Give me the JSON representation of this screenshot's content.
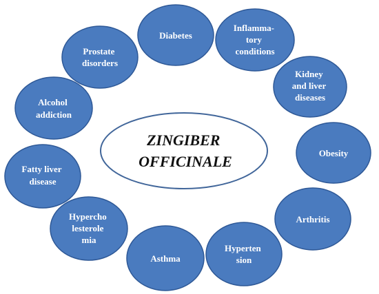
{
  "colors": {
    "bubble_fill": "#4a7bbf",
    "bubble_stroke": "#2e5896",
    "center_stroke": "#41669a",
    "center_fill": "#ffffff"
  },
  "center": {
    "line1": "ZINGIBER",
    "line2": "OFFICINALE"
  },
  "conditions": [
    {
      "label_lines": [
        "Diabetes"
      ]
    },
    {
      "label_lines": [
        "Inflamma-",
        "tory",
        "conditions"
      ]
    },
    {
      "label_lines": [
        "Kidney",
        "and liver",
        "diseases"
      ]
    },
    {
      "label_lines": [
        "Obesity"
      ]
    },
    {
      "label_lines": [
        "Arthritis"
      ]
    },
    {
      "label_lines": [
        "Hyperten",
        "sion"
      ]
    },
    {
      "label_lines": [
        "Asthma"
      ]
    },
    {
      "label_lines": [
        "Hypercho",
        "lesterole",
        "mia"
      ]
    },
    {
      "label_lines": [
        "Fatty liver",
        "disease"
      ]
    },
    {
      "label_lines": [
        "Alcohol",
        "addiction"
      ]
    },
    {
      "label_lines": [
        "Prostate",
        "disorders"
      ]
    }
  ]
}
